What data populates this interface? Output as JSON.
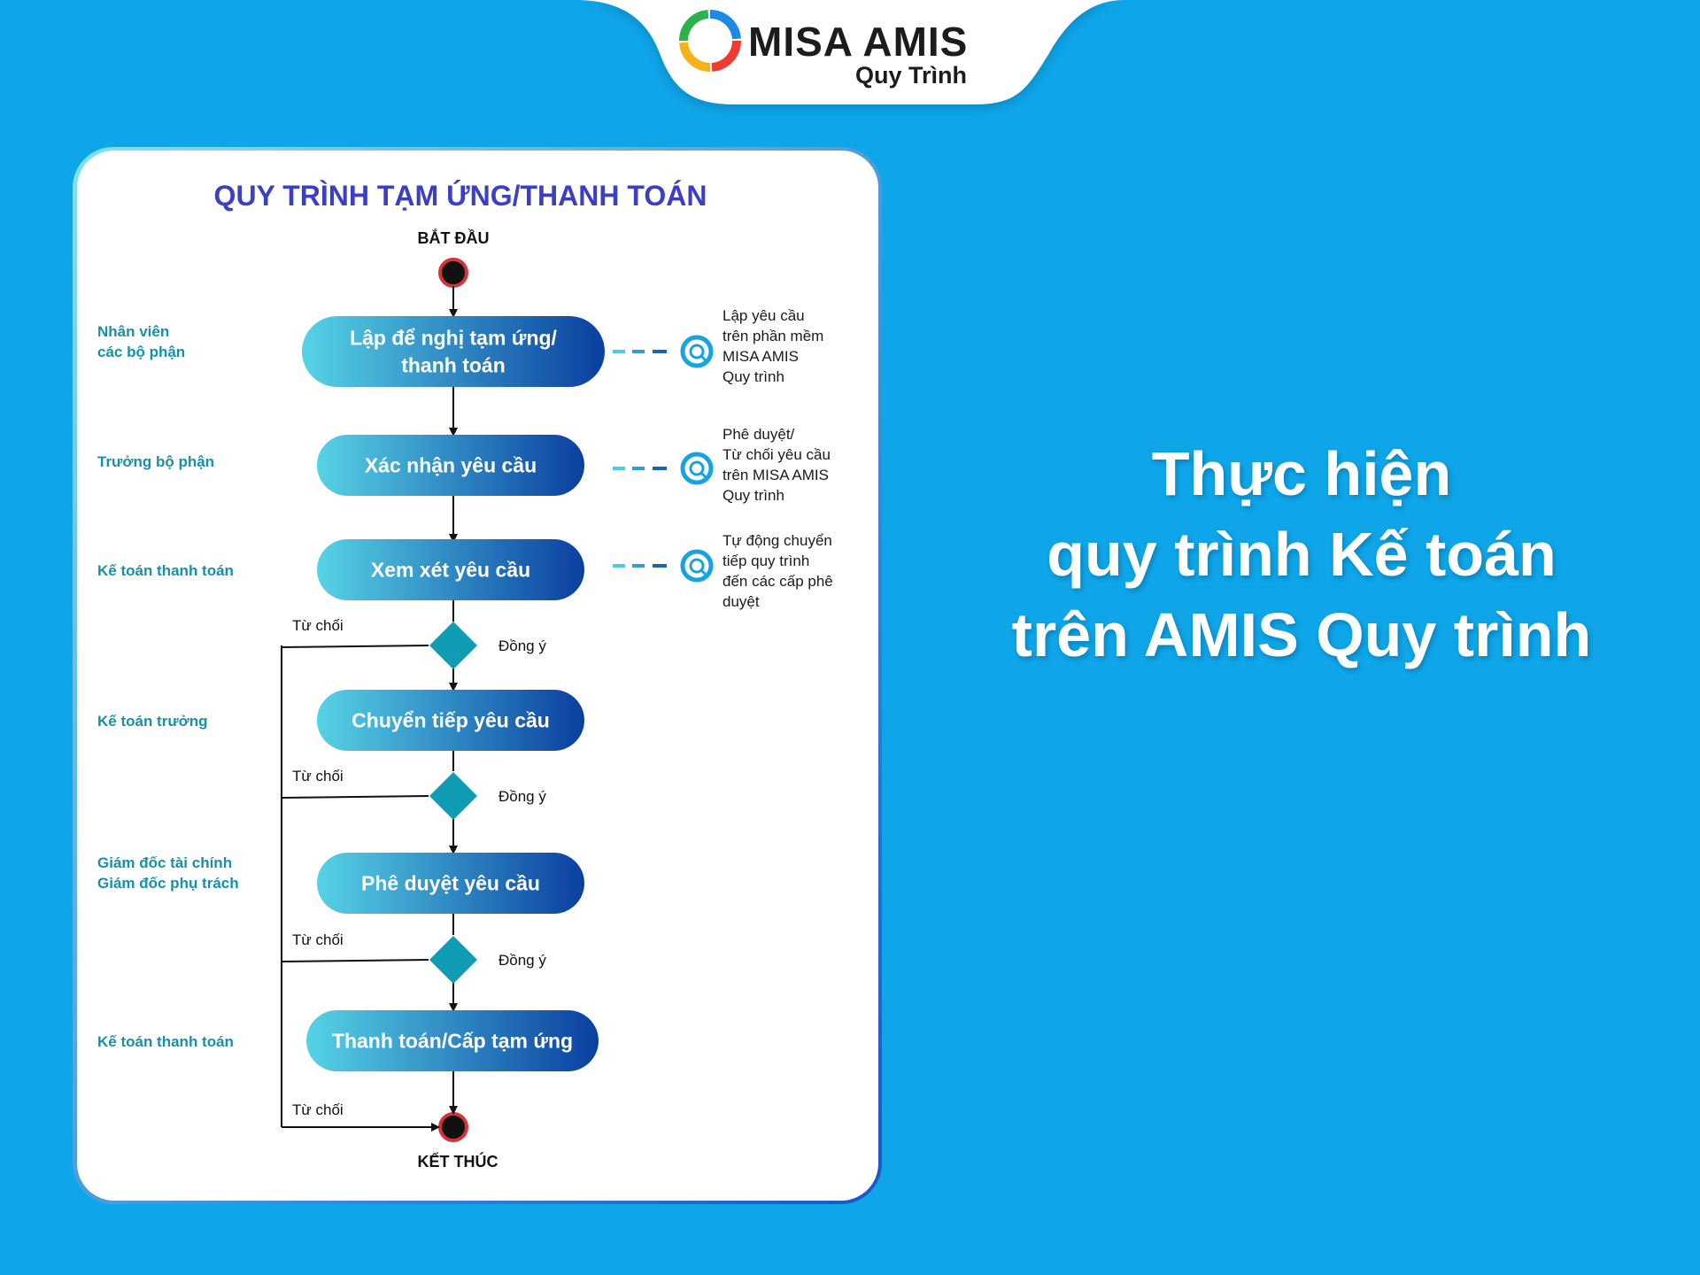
{
  "brand": {
    "name": "MISA AMIS",
    "product": "Quy Trình"
  },
  "diagram": {
    "title": "QUY TRÌNH TẠM ỨNG/THANH TOÁN",
    "start_label": "BẮT ĐẦU",
    "end_label": "KẾT THÚC",
    "roles": [
      [
        "Nhân viên",
        "các bộ phận"
      ],
      [
        "Trưởng bộ phận"
      ],
      [
        "Kế toán thanh toán"
      ],
      [
        "Kế toán trưởng"
      ],
      [
        "Giám đốc tài chính",
        "Giám đốc phụ trách"
      ],
      [
        "Kế toán thanh toán"
      ]
    ],
    "steps": [
      [
        "Lập để nghị tạm ứng/",
        "thanh toán"
      ],
      [
        "Xác nhận yêu cầu"
      ],
      [
        "Xem xét yêu cầu"
      ],
      [
        "Chuyển tiếp yêu cầu"
      ],
      [
        "Phê duyệt yêu cầu"
      ],
      [
        "Thanh toán/Cấp tạm ứng"
      ]
    ],
    "decisions": [
      {
        "reject": "Từ chối",
        "approve": "Đồng ý"
      },
      {
        "reject": "Từ chối",
        "approve": "Đồng ý"
      },
      {
        "reject": "Từ chối",
        "approve": "Đồng ý"
      }
    ],
    "final_reject": "Từ chối",
    "notes": [
      [
        "Lập yêu cầu",
        "trên phần mềm",
        "MISA AMIS",
        "Quy trình"
      ],
      [
        "Phê duyệt/",
        "Từ chối yêu cầu",
        "trên MISA AMIS",
        "Quy trình"
      ],
      [
        "Tự động chuyển",
        "tiếp quy trình",
        "đến các cấp phê",
        "duyệt"
      ]
    ],
    "colors": {
      "title": "#3b3fc4",
      "role": "#1591a8",
      "step_start": "#56d3e6",
      "step_end": "#0a3fa0",
      "diamond": "#0f9cb4",
      "dash_light": "#49cde3",
      "dash_dark": "#1763b8",
      "node_ring": "#d4343b"
    }
  },
  "headline": [
    "Thực hiện",
    "quy trình Kế toán",
    "trên AMIS Quy trình"
  ]
}
